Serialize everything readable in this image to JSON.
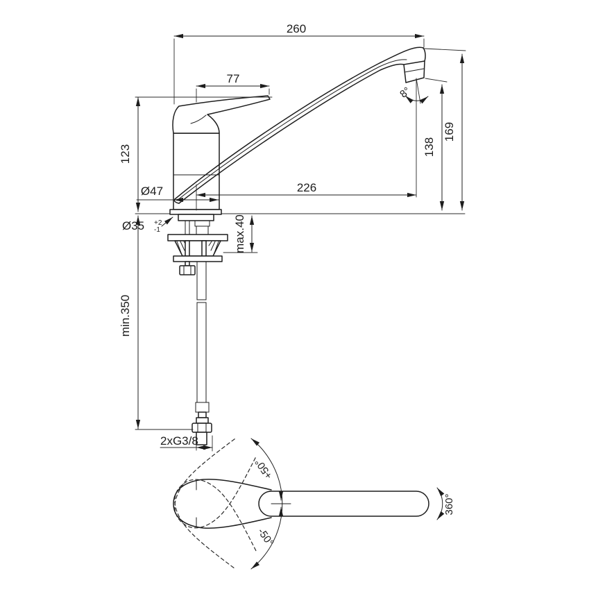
{
  "page": {
    "background": "#ffffff",
    "line_color": "#1d1d1d"
  },
  "drawing": {
    "type": "faucet-installation-dimensions",
    "views": {
      "side": "side-elevation",
      "top": "plan-rotation-view"
    }
  },
  "dimensions": {
    "overall_reach": "260",
    "handle_length": "77",
    "spout_angle": "8°",
    "height_to_handle": "123",
    "body_diameter": "Ø47",
    "spout_reach": "226",
    "outlet_height": "138",
    "overall_height": "169",
    "hole_diameter": "Ø35",
    "hole_tol_plus": "+2",
    "hole_tol_minus": "-1",
    "max_deck_thickness": "max.40",
    "min_hose_length": "min.350",
    "supply_connection": "2xG3/8",
    "handle_swing_up": "+50°",
    "handle_swing_down": "-50°",
    "spout_swivel": "360°"
  }
}
